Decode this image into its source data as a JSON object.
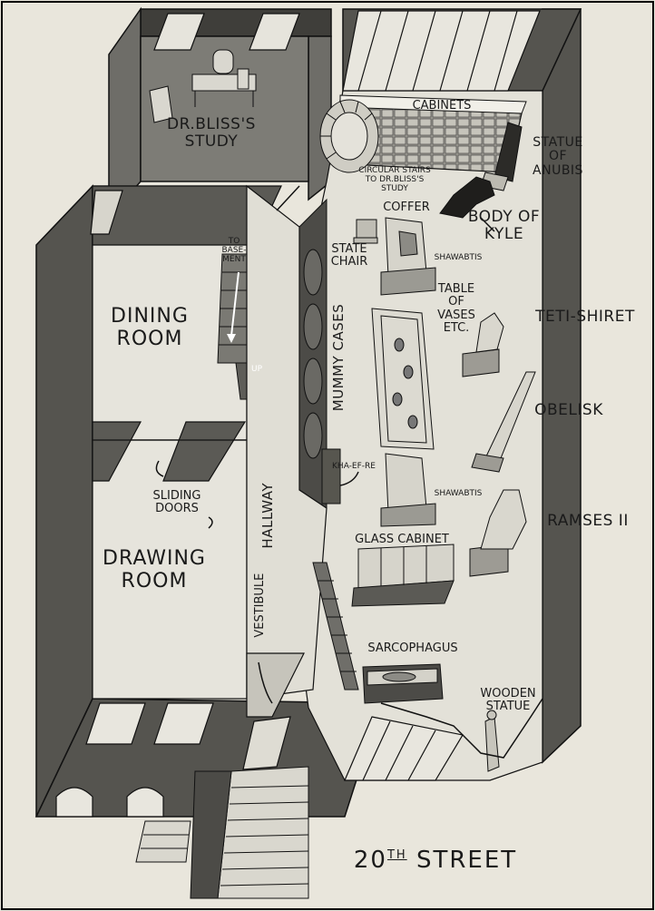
{
  "colors": {
    "paper": "#e9e6dc",
    "ink": "#1a1a1a",
    "wall_dark": "#4a4a48",
    "wall_mid": "#8c8b86",
    "floor_light": "#dcdad2",
    "shade": "#b9b7ae"
  },
  "rooms": {
    "study": "DR.BLISS'S\nSTUDY",
    "dining": "DINING\nROOM",
    "drawing": "DRAWING\nROOM",
    "hallway": "HALLWAY",
    "vestibule": "VESTIBULE"
  },
  "labels": {
    "cabinets": "CABINETS",
    "statue_anubis": "STATUE\nOF\nANUBIS",
    "circular_stairs": "CIRCULAR STAIRS\nTO DR.BLISS'S\nSTUDY",
    "coffer": "COFFER",
    "body_of_kyle": "BODY OF\nKYLE",
    "state_chair": "STATE\nCHAIR",
    "shawabtis_1": "SHAWABTIS",
    "to_basement": "TO\nBASE-\nMENT",
    "table_of_vases": "TABLE\nOF\nVASES\nETC.",
    "teti_shiret": "TETI-SHIRET",
    "mummy_cases": "MUMMY CASES",
    "up": "UP",
    "obelisk": "OBELISK",
    "kha_ef_re": "KHA-EF-RE",
    "shawabtis_2": "SHAWABTIS",
    "sliding_doors": "SLIDING\nDOORS",
    "ramses": "RAMSES II",
    "glass_cabinet": "GLASS CABINET",
    "sarcophagus": "SARCOPHAGUS",
    "wooden_statue": "WOODEN\nSTATUE"
  },
  "street": {
    "number": "20",
    "suffix": "TH",
    "name": "STREET"
  }
}
